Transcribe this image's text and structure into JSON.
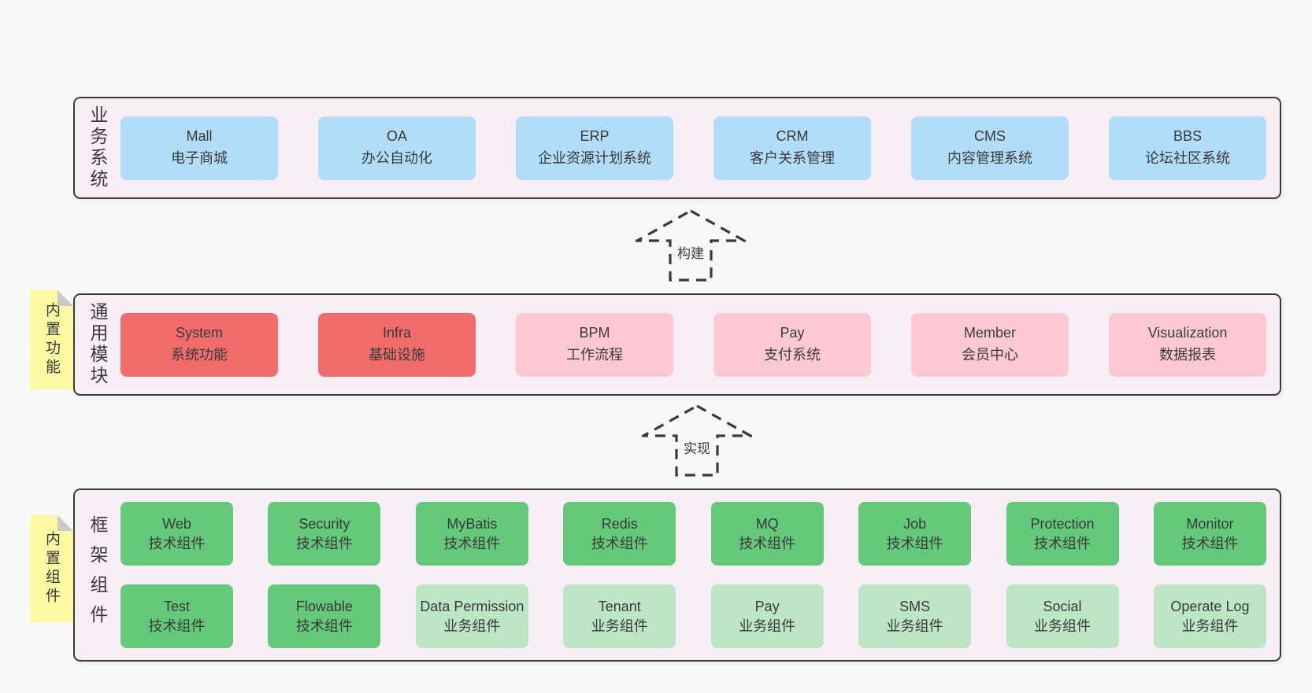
{
  "colors": {
    "page_bg": "#f8f8f8",
    "panel_bg": "#f8eef6",
    "panel_border": "#3a3a3a",
    "text": "#3a3a3a",
    "blue": "#b2ddf9",
    "red": "#f16c6c",
    "pink": "#fec9d3",
    "green": "#65c97b",
    "light_green": "#bde6c7",
    "note_yellow": "#fbf9a2",
    "note_fold": "#c9c9c9"
  },
  "arrows": [
    {
      "label": "构建"
    },
    {
      "label": "实现"
    }
  ],
  "layers": {
    "business": {
      "side_label": "业务系统",
      "boxes": [
        {
          "name": "Mall",
          "desc": "电子商城",
          "variant": "blue"
        },
        {
          "name": "OA",
          "desc": "办公自动化",
          "variant": "blue"
        },
        {
          "name": "ERP",
          "desc": "企业资源计划系统",
          "variant": "blue"
        },
        {
          "name": "CRM",
          "desc": "客户关系管理",
          "variant": "blue"
        },
        {
          "name": "CMS",
          "desc": "内容管理系统",
          "variant": "blue"
        },
        {
          "name": "BBS",
          "desc": "论坛社区系统",
          "variant": "blue"
        }
      ]
    },
    "modules": {
      "side_label": "通用模块",
      "note": "内置功能",
      "boxes": [
        {
          "name": "System",
          "desc": "系统功能",
          "variant": "red"
        },
        {
          "name": "Infra",
          "desc": "基础设施",
          "variant": "red"
        },
        {
          "name": "BPM",
          "desc": "工作流程",
          "variant": "pink"
        },
        {
          "name": "Pay",
          "desc": "支付系统",
          "variant": "pink"
        },
        {
          "name": "Member",
          "desc": "会员中心",
          "variant": "pink"
        },
        {
          "name": "Visualization",
          "desc": "数据报表",
          "variant": "pink"
        }
      ]
    },
    "components": {
      "side_label": "框架组件",
      "note": "内置组件",
      "row1": [
        {
          "name": "Web",
          "desc": "技术组件",
          "variant": "green"
        },
        {
          "name": "Security",
          "desc": "技术组件",
          "variant": "green"
        },
        {
          "name": "MyBatis",
          "desc": "技术组件",
          "variant": "green"
        },
        {
          "name": "Redis",
          "desc": "技术组件",
          "variant": "green"
        },
        {
          "name": "MQ",
          "desc": "技术组件",
          "variant": "green"
        },
        {
          "name": "Job",
          "desc": "技术组件",
          "variant": "green"
        },
        {
          "name": "Protection",
          "desc": "技术组件",
          "variant": "green"
        },
        {
          "name": "Monitor",
          "desc": "技术组件",
          "variant": "green"
        }
      ],
      "row2": [
        {
          "name": "Test",
          "desc": "技术组件",
          "variant": "green"
        },
        {
          "name": "Flowable",
          "desc": "技术组件",
          "variant": "green"
        },
        {
          "name": "Data Permission",
          "desc": "业务组件",
          "variant": "light_green"
        },
        {
          "name": "Tenant",
          "desc": "业务组件",
          "variant": "light_green"
        },
        {
          "name": "Pay",
          "desc": "业务组件",
          "variant": "light_green"
        },
        {
          "name": "SMS",
          "desc": "业务组件",
          "variant": "light_green"
        },
        {
          "name": "Social",
          "desc": "业务组件",
          "variant": "light_green"
        },
        {
          "name": "Operate Log",
          "desc": "业务组件",
          "variant": "light_green"
        }
      ]
    }
  }
}
